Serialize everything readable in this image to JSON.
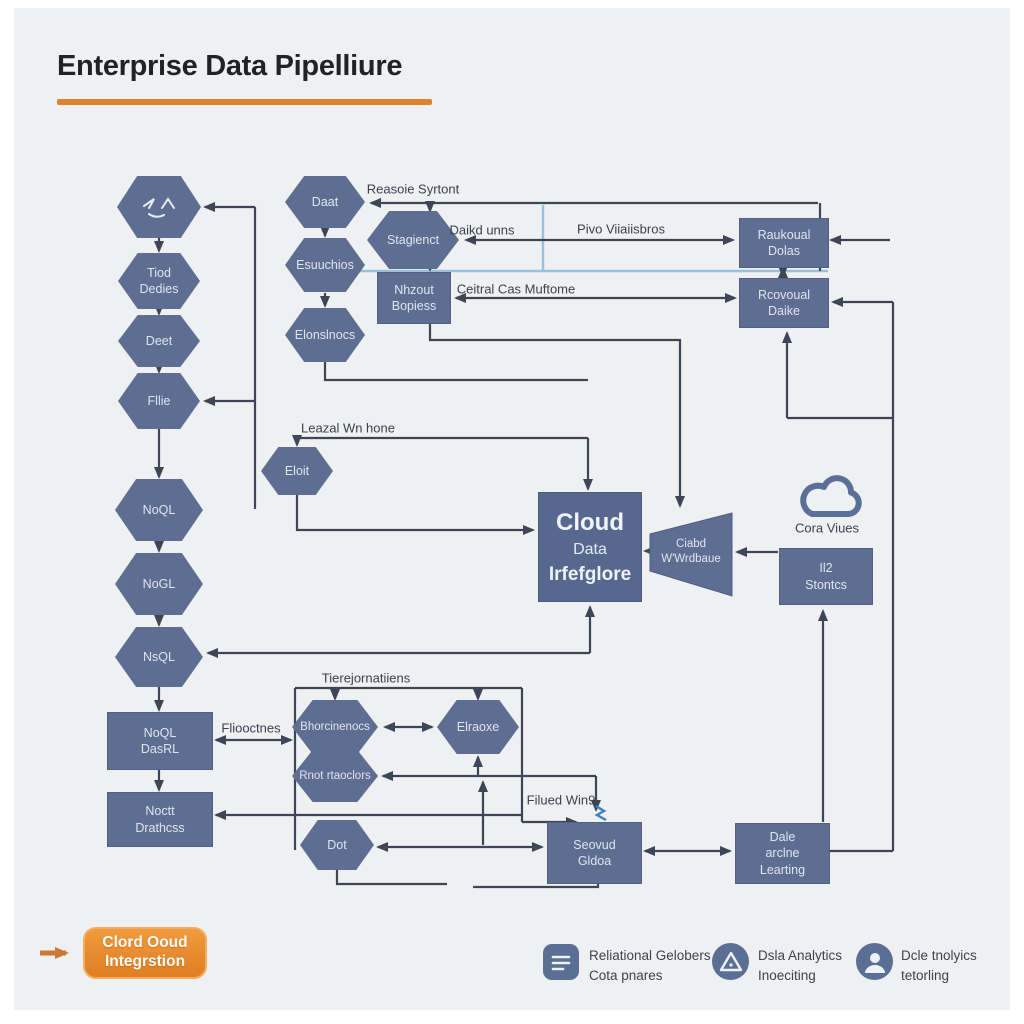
{
  "title": "Enterprise Data Pipelliure",
  "nodes": {
    "tiod": {
      "l1": "Tiod",
      "l2": "Dedies"
    },
    "deet": {
      "l1": "Deet"
    },
    "fllie": {
      "l1": "Fllie"
    },
    "noql": {
      "l1": "NoQL"
    },
    "nogl": {
      "l1": "NoGL"
    },
    "nsql": {
      "l1": "NsQL"
    },
    "dasrl": {
      "l1": "NoQL",
      "l2": "DasRL"
    },
    "drathcss": {
      "l1": "Noctt",
      "l2": "Drathcss"
    },
    "daat": {
      "l1": "Daat"
    },
    "esuuchios": {
      "l1": "Esuuchios"
    },
    "elonslnocs": {
      "l1": "Elonslnocs"
    },
    "eloit": {
      "l1": "Eloit"
    },
    "stagienct": {
      "l1": "Stagienct"
    },
    "borjess": {
      "l1": "Nhzout",
      "l2": "Bopiess"
    },
    "cloudbox": {
      "l1": "Cloud",
      "l2": "Data",
      "l3": "Irfefglore"
    },
    "funnel": {
      "l1": "Ciabd",
      "l2": "W'Wrdbaue"
    },
    "dolas": {
      "l1": "Raukoual",
      "l2": "Dolas"
    },
    "daike": {
      "l1": "Rcovoual",
      "l2": "Daike"
    },
    "stontcs": {
      "l1": "Il2",
      "l2": "Stontcs"
    },
    "bhorc": {
      "l1": "Bhorcinenocs"
    },
    "elraoxe": {
      "l1": "Elraoxe"
    },
    "rnot": {
      "l1": "Rnot rtaoclors"
    },
    "dot": {
      "l1": "Dot"
    },
    "seovud": {
      "l1": "Seovud",
      "l2": "Gldoa"
    },
    "dale": {
      "l1": "Dale",
      "l2": "arclne",
      "l3": "Learting"
    }
  },
  "edge_labels": {
    "reasoie": "Reasoie Syrtont",
    "daikd": "Daikd unns",
    "pivo": "Pivo Viiaiisbros",
    "ceitral": "Ceitral Cas Muftome",
    "leazal": "Leazal Wn hone",
    "tiere": "Tierejornatiiens",
    "flioo": "Fliooctnes",
    "filued": "Filued Win9",
    "cora_viues": "Cora Viues"
  },
  "badge": {
    "l1": "Clord Ooud",
    "l2": "Integrstion"
  },
  "legend": [
    {
      "icon": "database-icon",
      "l1": "Reliational Gelobers",
      "l2": "Cota pnares"
    },
    {
      "icon": "warning-icon",
      "l1": "Dsla Analytics",
      "l2": "Inoeciting"
    },
    {
      "icon": "person-icon",
      "l1": "Dcle tnolyics",
      "l2": "tetorling"
    }
  ],
  "colors": {
    "accent_orange": "#e0812f",
    "node_fill": "#5e6e93",
    "connector": "#3d4657",
    "blue_accent": "#9cc0d9",
    "background": "#eef0f1"
  }
}
